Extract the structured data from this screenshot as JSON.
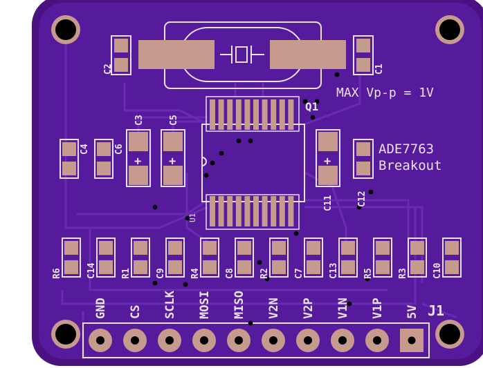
{
  "board": {
    "colors": {
      "substrate": "#4b1181",
      "mask": "#5d1da6",
      "trace": "#6a2bb4",
      "copper": "#c79a8e",
      "silk": "#e9e4f2",
      "hole": "#000000"
    },
    "title_line1": "ADE7763",
    "title_line2": "Breakout",
    "max_note": "MAX Vp-p = 1V",
    "crystal_ref": "Q1",
    "header_ref": "J1",
    "component_refs": {
      "c1": "C1",
      "c2": "C2",
      "c3": "C3",
      "c4": "C4",
      "c5": "C5",
      "c6": "C6",
      "c11": "C11",
      "c12": "C12",
      "ic_ref": "U1"
    },
    "polarity_marks": [
      "+",
      "+",
      "+"
    ],
    "row_parts": [
      "R6",
      "C14",
      "R1",
      "C9",
      "R4",
      "C8",
      "R2",
      "C7",
      "C13",
      "R5",
      "R3",
      "C10"
    ],
    "header_pins": [
      "GND",
      "CS",
      "SCLK",
      "MOSI",
      "MISO",
      "V2N",
      "V2P",
      "V1N",
      "V1P",
      "5V"
    ]
  }
}
